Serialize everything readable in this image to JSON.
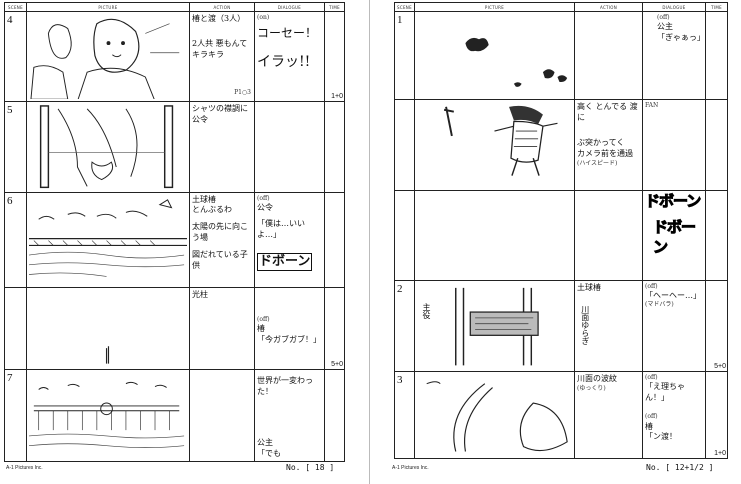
{
  "header": {
    "scene": "SCENE",
    "picture": "PICTURE",
    "action": "ACTION",
    "dialogue": "DIALOGUE",
    "time": "TIME"
  },
  "left_page": {
    "footer": "A-1 Pictures Inc.",
    "page_label": "No.",
    "page_number": "[ 18 ]",
    "rows": [
      {
        "scene": "4",
        "action": [
          "椿と渡（3人）",
          "2人共 悪もんて",
          "キラキラ"
        ],
        "dialogue": [
          "(on)",
          "コーセー！",
          "イラッ!!"
        ],
        "action_note": "P1○3",
        "time": "1+0"
      },
      {
        "scene": "5",
        "action": [
          "シャツの襟調に",
          "公令"
        ],
        "dialogue": [],
        "time": ""
      },
      {
        "scene": "6",
        "action": [
          "土球椿",
          "とんぶるわ",
          "太陽の先に向こう場",
          "図だれている子供"
        ],
        "dialogue": [
          "(off)",
          "公令",
          "「僕は…いいよ…」"
        ],
        "sfx": "ドボーン",
        "time": ""
      },
      {
        "scene": "",
        "action": [
          "光柱"
        ],
        "dialogue": [
          "(off)",
          "椿",
          "「今ガブガブ！」"
        ],
        "time": "5+0"
      },
      {
        "scene": "7",
        "action": [],
        "dialogue": [
          "世界が一変わった！",
          "公主",
          "「でも"
        ],
        "time": ""
      }
    ]
  },
  "right_page": {
    "footer": "A-1 Pictures Inc.",
    "page_label": "No.",
    "page_number": "[ 12+1/2 ]",
    "rows": [
      {
        "scene": "1",
        "action": [],
        "dialogue": [
          "(off)",
          "公主",
          "「ぎゃぁっ」"
        ],
        "time": ""
      },
      {
        "scene": "",
        "action": [
          "高く とんでる 渡に",
          "ぶ突かってく",
          "カメラ前を通過",
          "(ハイスピード)"
        ],
        "dialogue": [
          "FAN"
        ],
        "time": ""
      },
      {
        "scene": "",
        "action": [],
        "dialogue": [],
        "sfx": [
          "ドボーン",
          "ドボーン"
        ],
        "time": ""
      },
      {
        "scene": "2",
        "action": [
          "土球椿",
          "川面ゆらぎ"
        ],
        "dialogue": [
          "(off)",
          "「ヘーヘー…」",
          "(マドバラ)"
        ],
        "cell_note": "主役",
        "time": "5+0"
      },
      {
        "scene": "3",
        "action": [
          "川面の波紋",
          "(ゆっくり)"
        ],
        "dialogue": [
          "(off)",
          "「え理ちゃん！」",
          "(off)",
          "椿",
          "「ン渡！"
        ],
        "time": "1+0"
      }
    ]
  }
}
